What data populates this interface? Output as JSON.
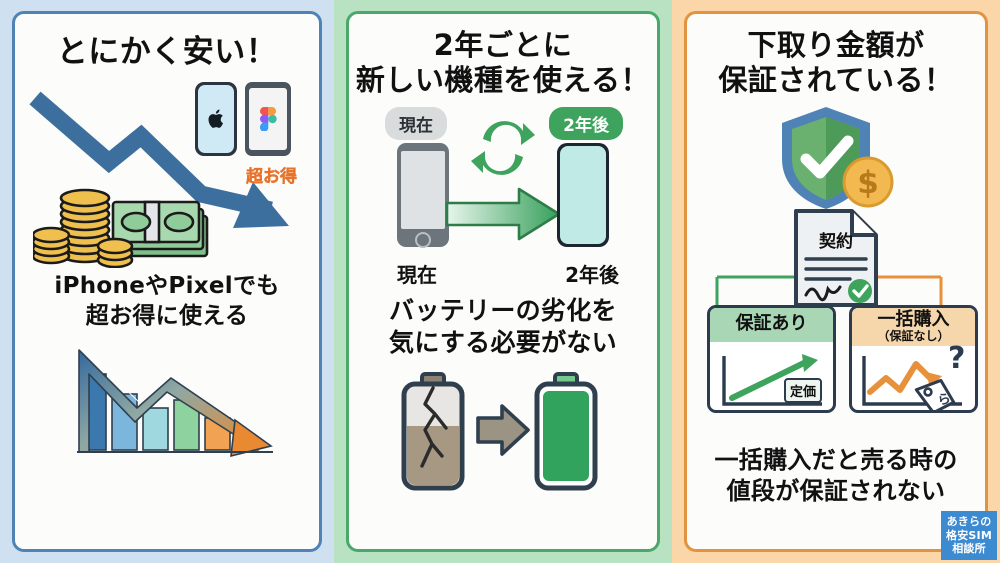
{
  "panels": [
    {
      "id": "cheap",
      "title": "とにかく安い！",
      "caption": "iPhoneやPixelでも\n超お得に使える",
      "badge_text": "超お得",
      "bg_color": "#cfe0f0",
      "border_color": "#4f82b5",
      "icons": {
        "phone_ios": "apple-logo-phone",
        "phone_android": "figma-logo-phone",
        "money": "coins-and-cash",
        "arrow": "declining-arrow",
        "chart": "declining-bar-chart"
      }
    },
    {
      "id": "newmodel",
      "title": "2年ごとに\n新しい機種を使える！",
      "caption": "バッテリーの劣化を\n気にする必要がない",
      "badge_now": "現在",
      "badge_future": "2年後",
      "label_now": "現在",
      "label_future": "2年後",
      "bg_color": "#b9e2c2",
      "border_color": "#4aa86b",
      "icons": {
        "cycle": "refresh-cycle-icon",
        "arrow": "right-arrow",
        "battery_old": "cracked-battery-icon",
        "battery_new": "full-battery-icon"
      }
    },
    {
      "id": "tradein",
      "title": "下取り金額が\n保証されている！",
      "caption": "一括購入だと売る時の\n値段が保証されない",
      "doc_label": "契約",
      "compare": [
        {
          "head": "保証あり",
          "sub": "",
          "tag": "定価",
          "accent": "#3da35d",
          "head_bg": "#a9d6b5"
        },
        {
          "head": "一括購入",
          "sub": "（保証なし）",
          "tag": "?",
          "accent": "#e8913c",
          "head_bg": "#f6d6ab"
        }
      ],
      "bg_color": "#fbd6a8",
      "border_color": "#e2933f",
      "icons": {
        "shield": "shield-check-icon",
        "coin": "dollar-coin-icon",
        "document": "contract-document-icon",
        "price_tag": "price-tag-icon"
      }
    }
  ],
  "logo": {
    "text": "あきらの\n格安SIM\n相談所",
    "bg_color": "#3c8ad0"
  }
}
